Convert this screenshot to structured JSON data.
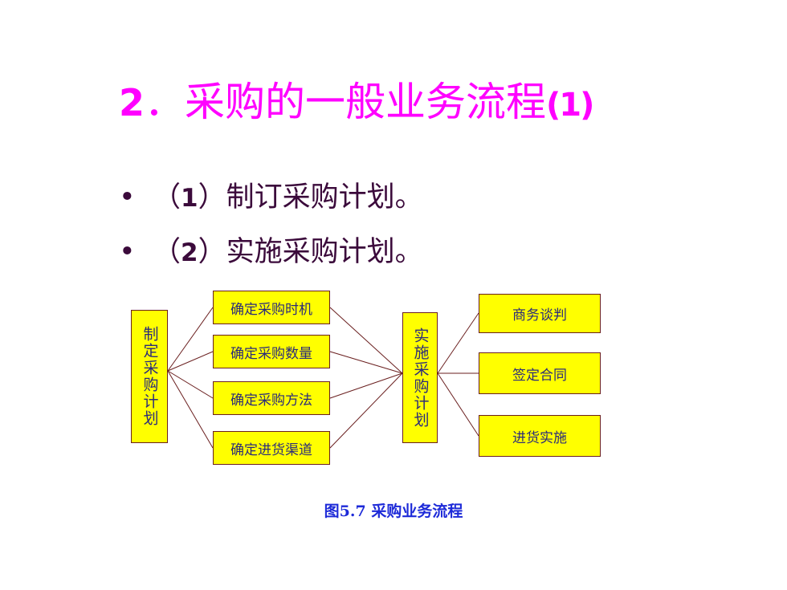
{
  "title": {
    "number": "2",
    "sep": "．",
    "text": "采购的一般业务流程",
    "suffix": "(1)"
  },
  "bullets": [
    {
      "dot": "•",
      "open": "（",
      "num": "1",
      "close": "）",
      "text": "制订采购计划。"
    },
    {
      "dot": "•",
      "open": "（",
      "num": "2",
      "close": "）",
      "text": "实施采购计划。"
    }
  ],
  "diagram": {
    "left_box": "制定采购计划",
    "middle_boxes": [
      "确定采购时机",
      "确定采购数量",
      "确定采购方法",
      "确定进货渠道"
    ],
    "center_box": "实施采购计划",
    "right_boxes": [
      "商务谈判",
      "签定合同",
      "进货实施"
    ]
  },
  "caption": "图5.7 采购业务流程",
  "colors": {
    "title": "#ff00ff",
    "box_fill": "#ffff00",
    "box_border": "#6a1f1f",
    "box_text": "#2b2b7a",
    "caption": "#1d2ad8"
  }
}
